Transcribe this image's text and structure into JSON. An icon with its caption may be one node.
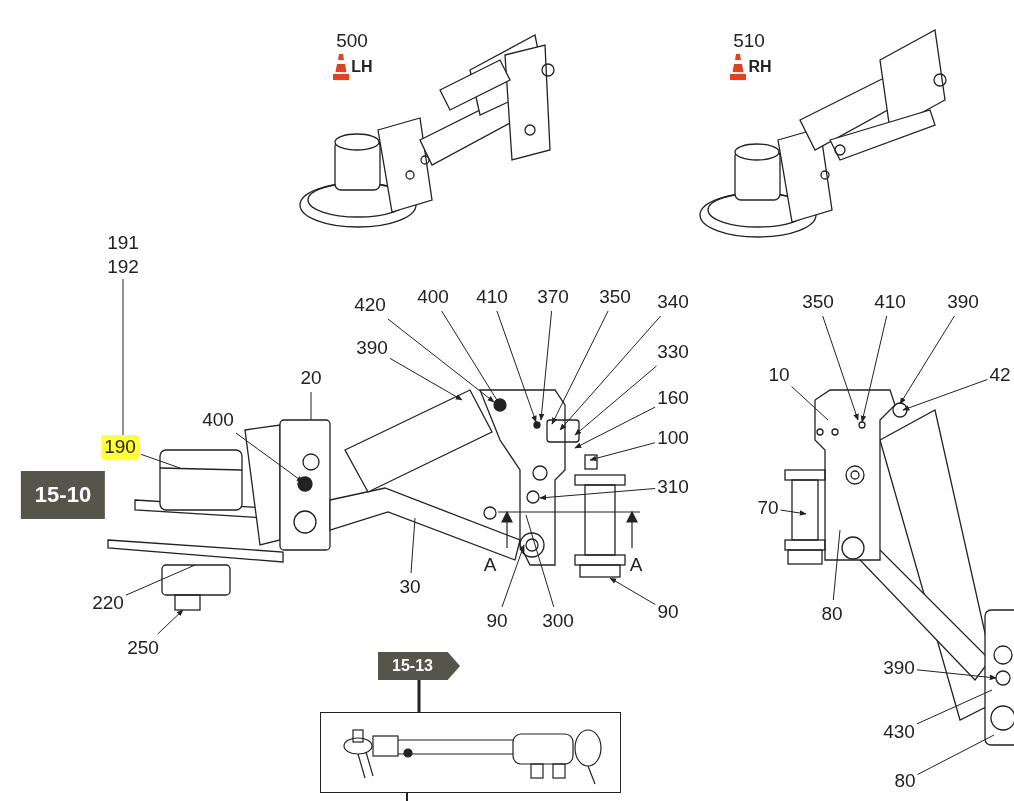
{
  "diagram": {
    "nodes": [
      {
        "text": [
          "191",
          "192"
        ]
      },
      {
        "text": [
          "190"
        ]
      },
      {
        "text": [
          "400"
        ]
      },
      {
        "text": [
          "20"
        ]
      },
      {
        "text": [
          "220"
        ]
      },
      {
        "text": [
          "250"
        ]
      },
      {
        "text": [
          "420"
        ]
      },
      {
        "text": [
          "400"
        ]
      },
      {
        "text": [
          "410"
        ]
      },
      {
        "text": [
          "370"
        ]
      },
      {
        "text": [
          "350"
        ]
      },
      {
        "text": [
          "340"
        ]
      },
      {
        "text": [
          "390"
        ]
      },
      {
        "text": [
          "330"
        ]
      },
      {
        "text": [
          "160"
        ]
      },
      {
        "text": [
          "100"
        ]
      },
      {
        "text": [
          "310"
        ]
      },
      {
        "text": [
          "30"
        ]
      },
      {
        "text": [
          "90"
        ]
      },
      {
        "text": [
          "300"
        ]
      },
      {
        "text": [
          "90"
        ]
      },
      {
        "text": [
          "350"
        ]
      },
      {
        "text": [
          "410"
        ]
      },
      {
        "text": [
          "390"
        ]
      },
      {
        "text": [
          "42"
        ]
      },
      {
        "text": [
          "10"
        ]
      },
      {
        "text": [
          "70"
        ]
      },
      {
        "text": [
          "80"
        ]
      },
      {
        "text": [
          "390"
        ]
      },
      {
        "text": [
          "430"
        ]
      },
      {
        "text": [
          "80"
        ]
      },
      {
        "text": [
          "15-13"
        ]
      },
      {
        "text": [],
        "shape": "box"
      }
    ],
    "edges": [
      {
        "from": 0,
        "to": 1,
        "arrow": "none"
      },
      {
        "from": 1,
        "to": null,
        "arrow": "none"
      },
      {
        "from": 2,
        "to": null,
        "arrow": "to"
      },
      {
        "from": 3,
        "to": null,
        "arrow": "none"
      },
      {
        "from": 4,
        "to": null,
        "arrow": "none"
      },
      {
        "from": 5,
        "to": null,
        "arrow": "to"
      },
      {
        "from": 6,
        "to": null,
        "arrow": "to"
      },
      {
        "from": 7,
        "to": null,
        "arrow": "to"
      },
      {
        "from": 8,
        "to": null,
        "arrow": "to"
      },
      {
        "from": 9,
        "to": null,
        "arrow": "to"
      },
      {
        "from": 10,
        "to": null,
        "arrow": "to"
      },
      {
        "from": 11,
        "to": null,
        "arrow": "to"
      },
      {
        "from": 12,
        "to": null,
        "arrow": "to"
      },
      {
        "from": 13,
        "to": null,
        "arrow": "to"
      },
      {
        "from": 14,
        "to": null,
        "arrow": "to"
      },
      {
        "from": 15,
        "to": null,
        "arrow": "to"
      },
      {
        "from": 16,
        "to": null,
        "arrow": "to"
      },
      {
        "from": 17,
        "to": null,
        "arrow": "none"
      },
      {
        "from": 18,
        "to": null,
        "arrow": "to"
      },
      {
        "from": 19,
        "to": null,
        "arrow": "none"
      },
      {
        "from": 20,
        "to": null,
        "arrow": "to"
      },
      {
        "from": 21,
        "to": null,
        "arrow": "to"
      },
      {
        "from": 22,
        "to": null,
        "arrow": "to"
      },
      {
        "from": 23,
        "to": null,
        "arrow": "to"
      },
      {
        "from": 24,
        "to": null,
        "arrow": "to"
      },
      {
        "from": 25,
        "to": null,
        "arrow": "none"
      },
      {
        "from": 26,
        "to": null,
        "arrow": "to"
      },
      {
        "from": 27,
        "to": null,
        "arrow": "none"
      },
      {
        "from": 28,
        "to": null,
        "arrow": "to"
      },
      {
        "from": 29,
        "to": null,
        "arrow": "none"
      },
      {
        "from": 30,
        "to": null,
        "arrow": "none"
      },
      {
        "from": 31,
        "to": 32,
        "arrow": "none",
        "style": "thick"
      },
      {
        "from": 32,
        "to": null,
        "arrow": "none",
        "style": "dashed"
      }
    ],
    "labels": [
      "500",
      "LH",
      "510",
      "RH",
      "15-10",
      "A",
      "A"
    ]
  }
}
